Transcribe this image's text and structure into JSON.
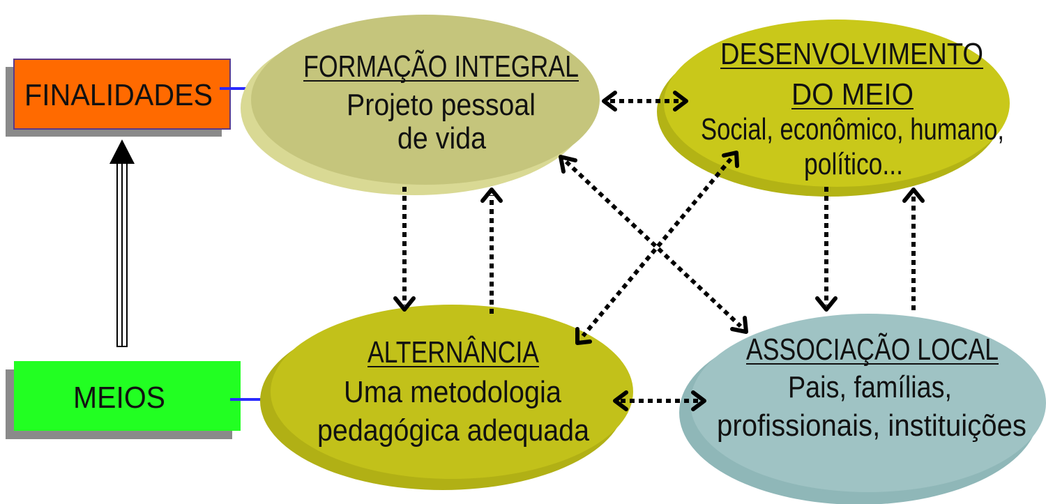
{
  "boxes": {
    "finalidades": {
      "label": "FINALIDADES",
      "color": "#ff6a00"
    },
    "meios": {
      "label": "MEIOS",
      "color": "#22ff22"
    }
  },
  "nodes": {
    "formacao": {
      "title": "FORMAÇÃO INTEGRAL",
      "lines": [
        "Projeto pessoal",
        "de vida"
      ],
      "color": "#c5c57c"
    },
    "desenvolvimento": {
      "title": [
        "DESENVOLVIMENTO",
        "DO MEIO"
      ],
      "lines": [
        "Social, econômico, humano,",
        "político..."
      ],
      "color": "#c9c81a"
    },
    "alternancia": {
      "title": "ALTERNÂNCIA",
      "lines": [
        "Uma metodologia",
        "pedagógica adequada"
      ],
      "color": "#c2c11a"
    },
    "associacao": {
      "title": "ASSOCIAÇÃO LOCAL",
      "lines": [
        "Pais, famílias,",
        "profissionais, instituições"
      ],
      "color": "#9fc3c4"
    }
  }
}
